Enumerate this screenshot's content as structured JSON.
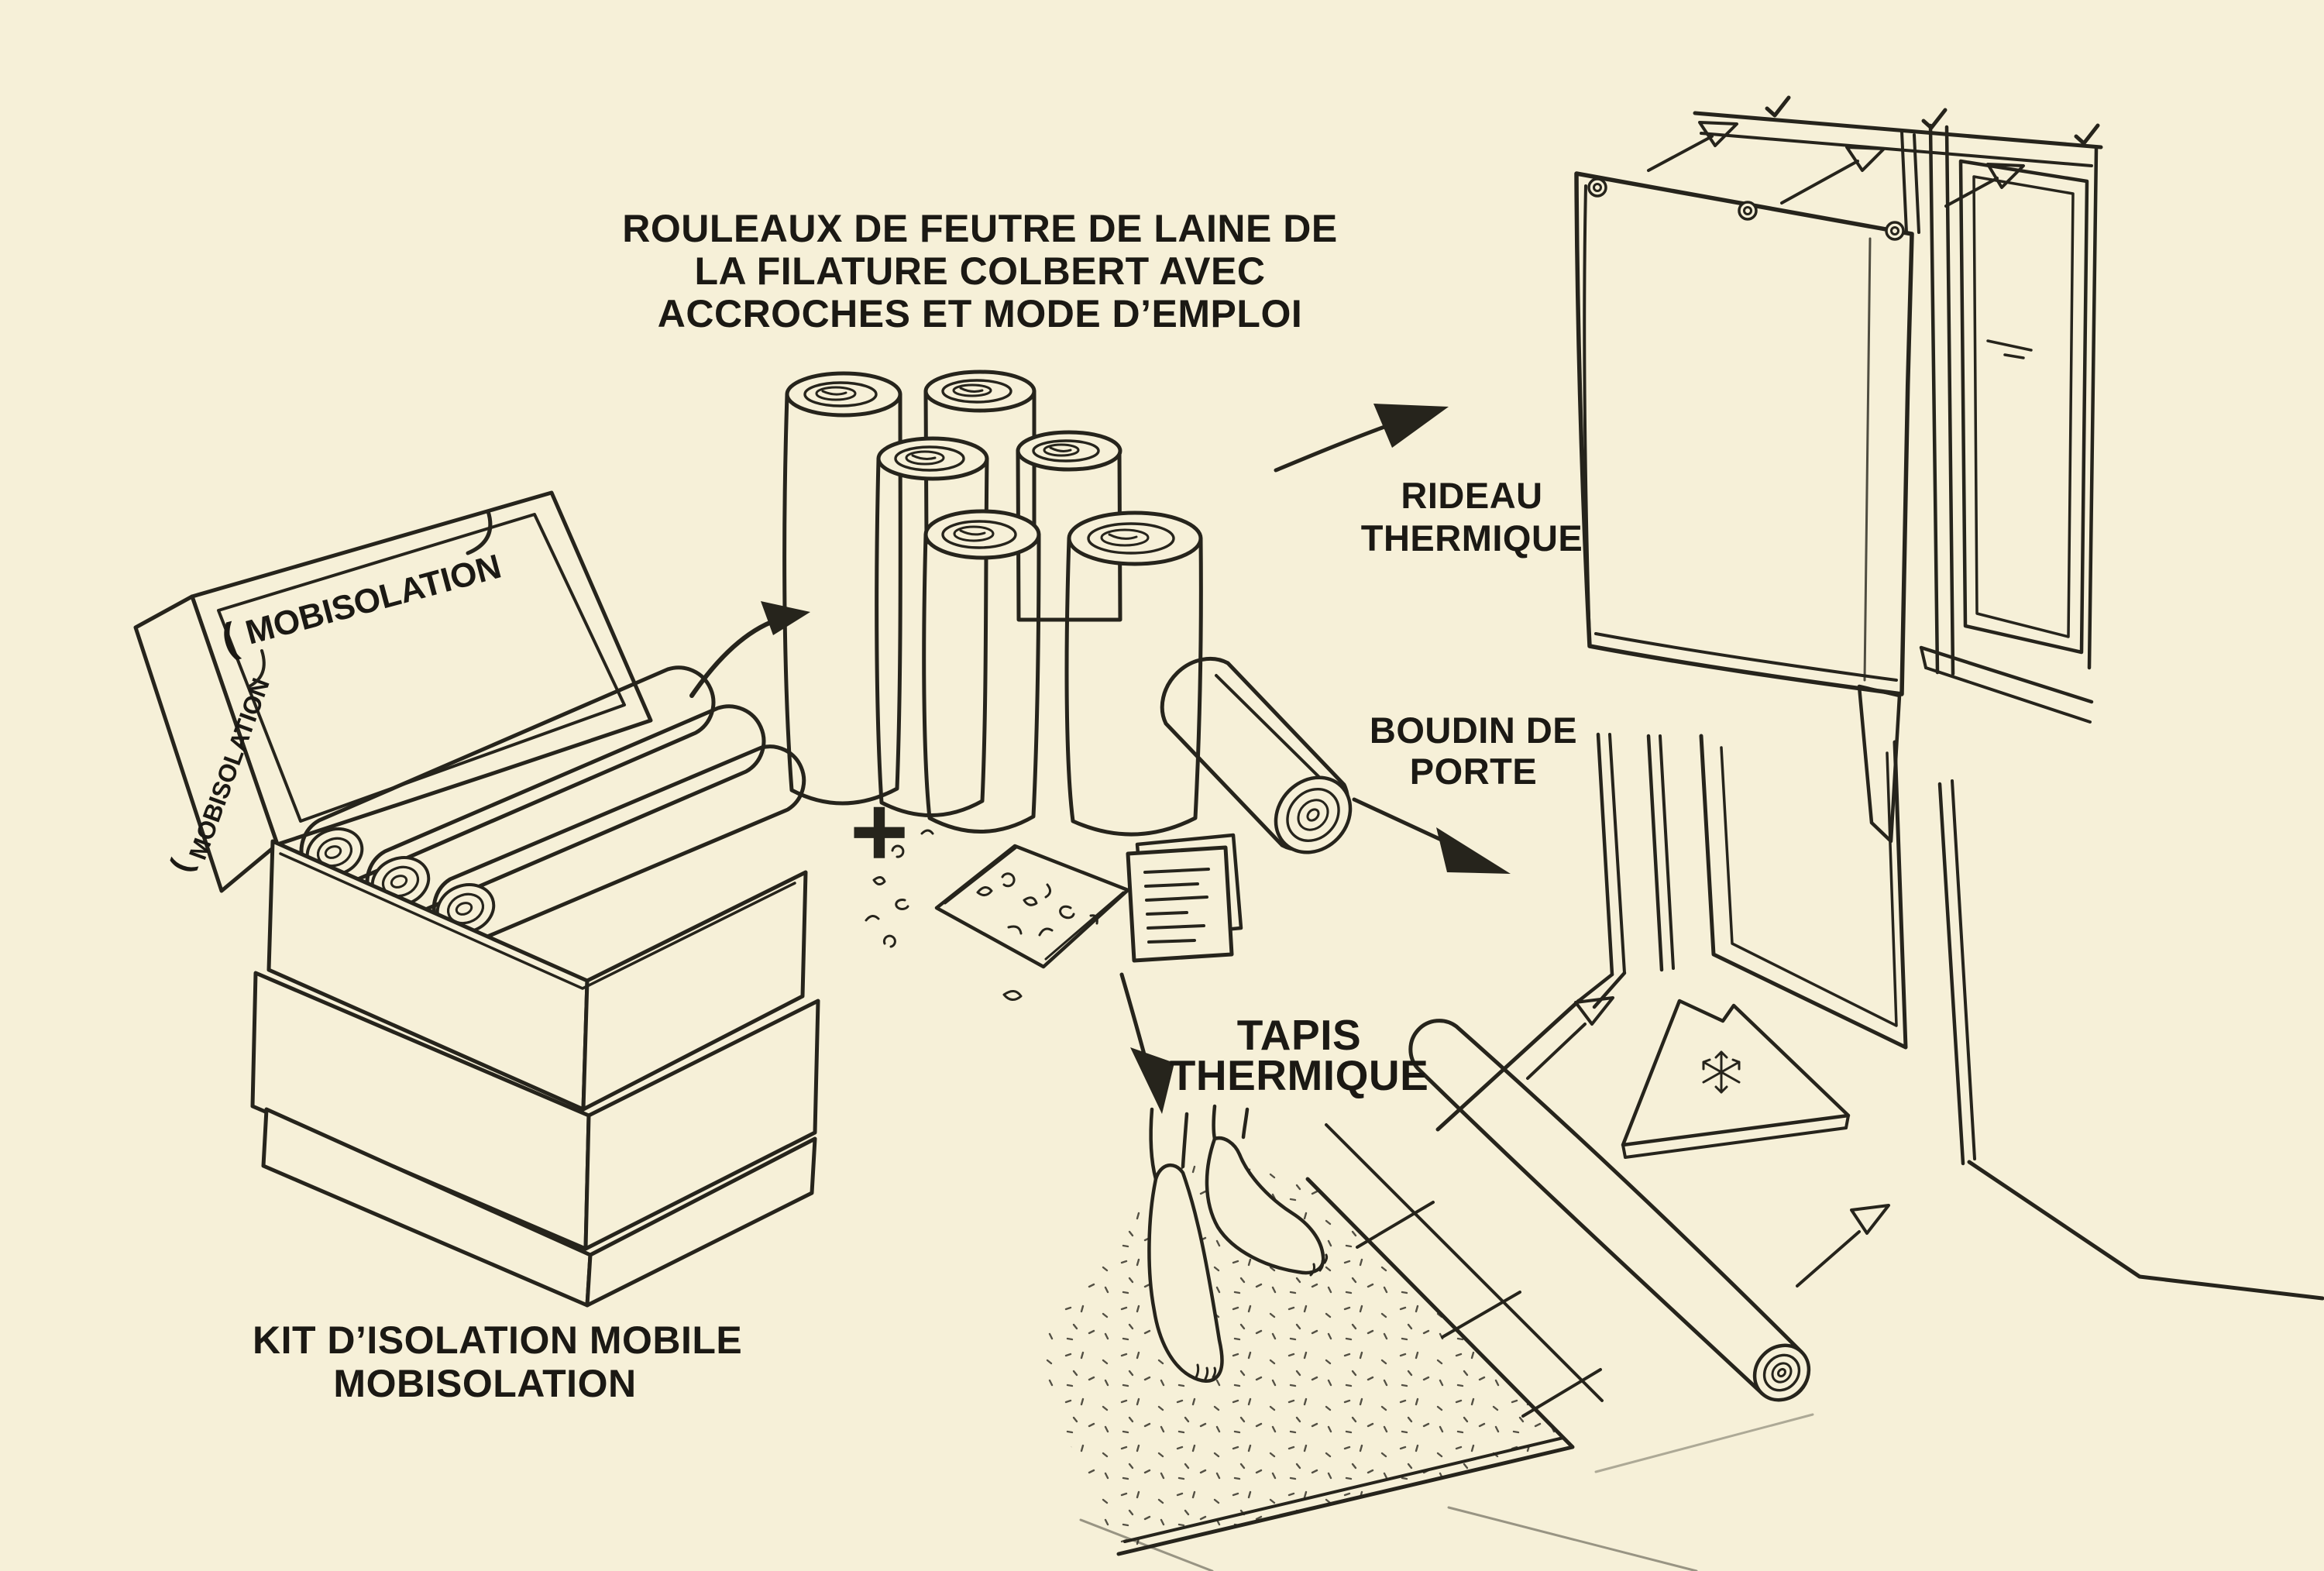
{
  "palette": {
    "background": "#f6f0d8",
    "ink": "#26241c",
    "text": "#1b1914"
  },
  "title_block": {
    "lines": [
      "ROULEAUX DE FEUTRE DE LAINE DE",
      "LA FILATURE COLBERT AVEC",
      "ACCROCHES ET MODE D’EMPLOI"
    ]
  },
  "kit": {
    "brand_mark_open": "(",
    "brand": "MOBISOLATION",
    "caption_lines": [
      "KIT D’ISOLATION MOBILE",
      "MOBISOLATION"
    ]
  },
  "plus_sign": "+",
  "applications": {
    "rideau": {
      "label_lines": [
        "RIDEAU",
        "THERMIQUE"
      ]
    },
    "boudin": {
      "label_lines": [
        "BOUDIN DE",
        "PORTE"
      ]
    },
    "tapis": {
      "label_lines": [
        "TAPIS",
        "THERMIQUE"
      ]
    }
  },
  "icons": {
    "snowflake": "❄"
  }
}
